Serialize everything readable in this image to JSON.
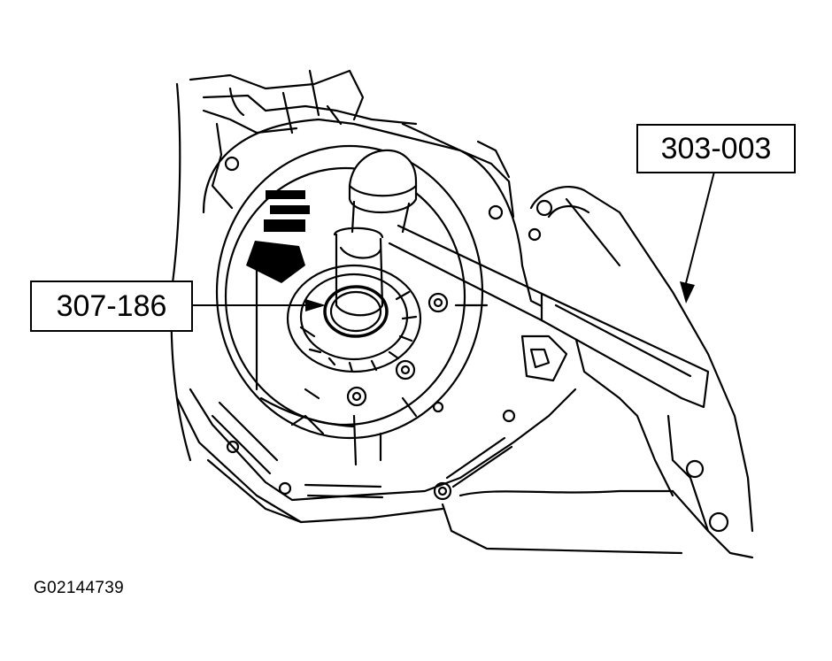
{
  "callouts": {
    "tool_303": "303-003",
    "tool_307": "307-186"
  },
  "figure_id": "G02144739",
  "colors": {
    "line": "#000000",
    "background": "#ffffff"
  }
}
